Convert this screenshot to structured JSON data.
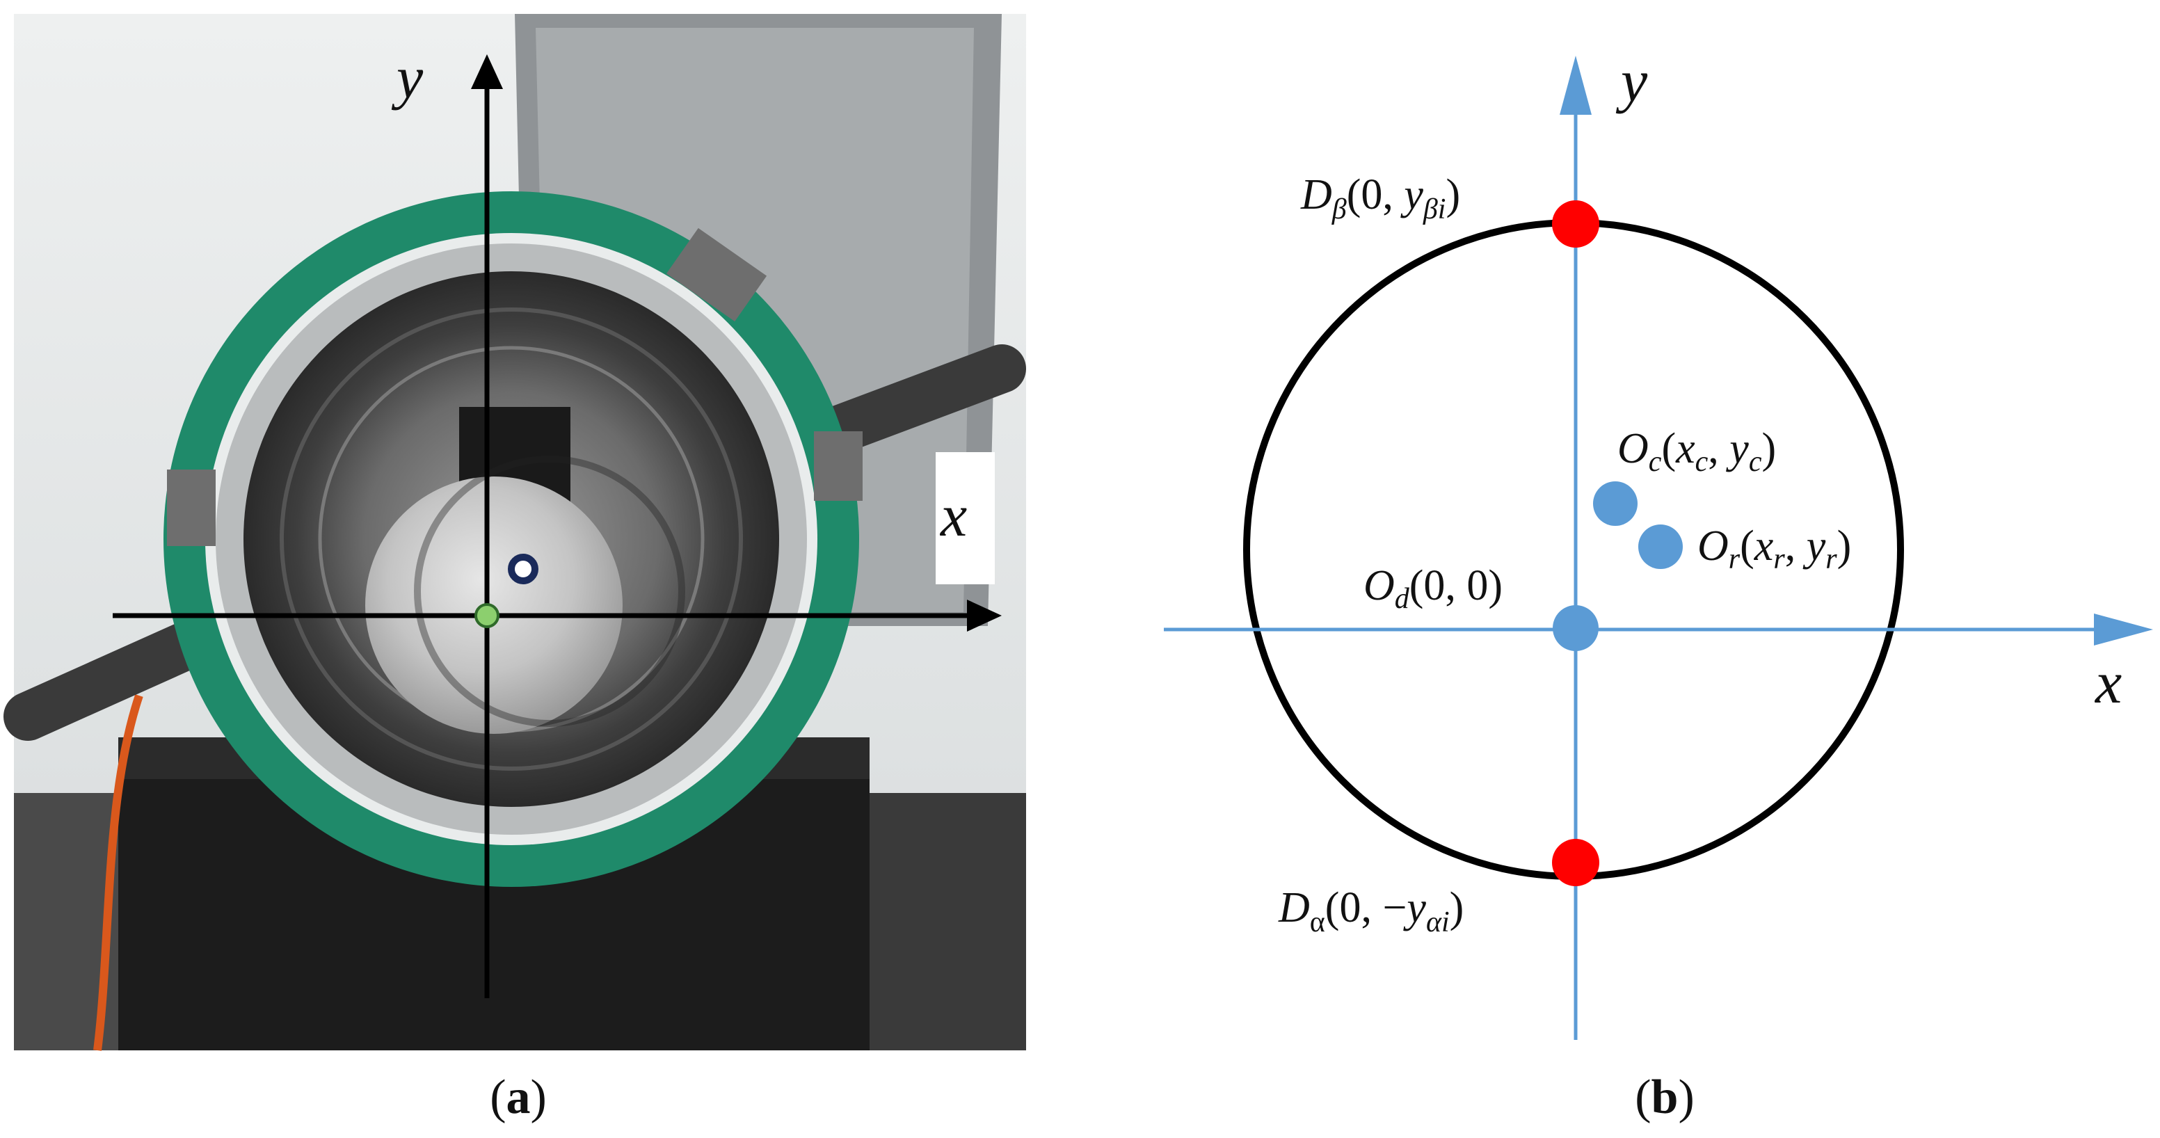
{
  "panel_a": {
    "caption_open": "(",
    "caption_letter": "a",
    "caption_close": ")",
    "x_axis_label": "x",
    "y_axis_label": "y"
  },
  "panel_b": {
    "caption_open": "(",
    "caption_letter": "b",
    "caption_close": ")",
    "x_axis_label": "x",
    "y_axis_label": "y",
    "labels": {
      "d_beta": {
        "main": "D",
        "sub": "β",
        "open": "(0, ",
        "var": "y",
        "var_sub": "βi",
        "close": ")"
      },
      "o_c": {
        "main": "O",
        "sub": "c",
        "open": "(",
        "a": "x",
        "a_sub": "c",
        "sep": ", ",
        "b": "y",
        "b_sub": "c",
        "close": ")"
      },
      "o_r": {
        "main": "O",
        "sub": "r",
        "open": "(",
        "a": "x",
        "a_sub": "r",
        "sep": ", ",
        "b": "y",
        "b_sub": "r",
        "close": ")"
      },
      "o_d": {
        "main": "O",
        "sub": "d",
        "rest": "(0, 0)"
      },
      "d_alpha": {
        "main": "D",
        "sub": "α",
        "open": "(0, −",
        "var": "y",
        "var_sub": "αi",
        "close": ")"
      }
    }
  },
  "colors": {
    "axis_blue": "#5b9bd5",
    "point_blue": "#5b9bd5",
    "point_red": "#ff0000",
    "circle_black": "#000000",
    "ring_green": "#1f8a6a"
  }
}
